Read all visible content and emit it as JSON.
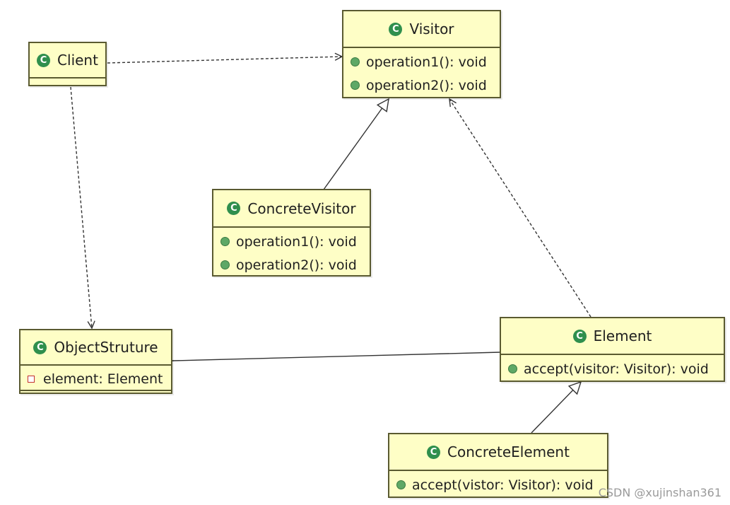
{
  "classes": {
    "visitor": {
      "name": "Visitor",
      "icon": "class-icon",
      "methods": [
        "operation1(): void",
        "operation2(): void"
      ]
    },
    "client": {
      "name": "Client",
      "icon": "class-icon"
    },
    "concrete_visitor": {
      "name": "ConcreteVisitor",
      "icon": "class-icon",
      "methods": [
        "operation1(): void",
        "operation2(): void"
      ]
    },
    "object_structure": {
      "name": "ObjectStruture",
      "icon": "class-icon",
      "fields": [
        "element: Element"
      ]
    },
    "element": {
      "name": "Element",
      "icon": "class-icon",
      "methods": [
        "accept(visitor: Visitor): void"
      ]
    },
    "concrete_element": {
      "name": "ConcreteElement",
      "icon": "class-icon",
      "methods": [
        "accept(vistor: Visitor): void"
      ]
    }
  },
  "class_icon_glyph": "C",
  "colors": {
    "class_fill": "#fefec6",
    "class_border": "#5a5a30",
    "class_icon": "#2f8f4d",
    "method_dot": "#5ea866",
    "field_marker": "#c23030"
  },
  "watermark": "CSDN @xujinshan361"
}
